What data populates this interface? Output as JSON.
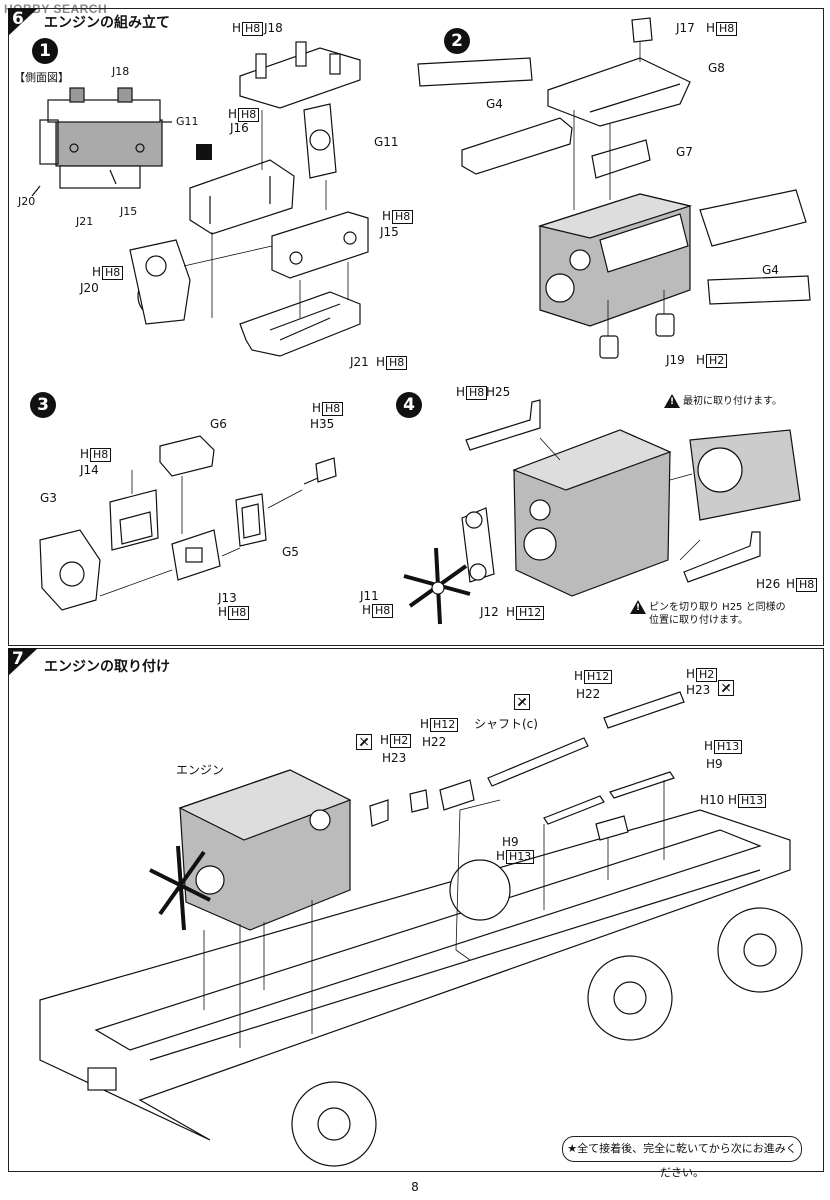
{
  "watermark": "HOBBY SEARCH",
  "step6": {
    "number": "6",
    "title": "エンジンの組み立て",
    "sub1": {
      "num": "1",
      "side_view_label": "【側面図】",
      "side_labels": {
        "j18": "J18",
        "g11": "G11",
        "j20": "J20",
        "j15": "J15",
        "j21": "J21"
      },
      "labels": {
        "h8_j18": "H8",
        "j18": "J18",
        "h8_j16": "H8",
        "j16": "J16",
        "g11": "G11",
        "h8_j15": "H8",
        "j15": "J15",
        "h8_j20": "H8",
        "j20": "J20",
        "j21": "J21",
        "h8_j21": "H8"
      }
    },
    "sub2": {
      "num": "2",
      "labels": {
        "j17": "J17",
        "h8": "H8",
        "g8": "G8",
        "g4_top": "G4",
        "g7": "G7",
        "g4_right": "G4",
        "j19": "J19",
        "h2": "H2"
      }
    },
    "sub3": {
      "num": "3",
      "labels": {
        "g6": "G6",
        "h8_top": "H8",
        "h35": "H35",
        "h8_j14": "H8",
        "j14": "J14",
        "g3": "G3",
        "g5": "G5",
        "j13": "J13",
        "h8_j13": "H8"
      }
    },
    "sub4": {
      "num": "4",
      "labels": {
        "h8": "H8",
        "h25": "H25",
        "h26": "H26",
        "h8_h26": "H8",
        "j11": "J11",
        "h8_j11": "H8",
        "j12": "J12",
        "h12": "H12"
      },
      "warning1": "最初に取り付けます。",
      "warning2_line1": "ピンを切り取り H25 と同様の",
      "warning2_line2": "位置に取り付けます。"
    }
  },
  "step7": {
    "number": "7",
    "title": "エンジンの取り付け",
    "labels": {
      "engine": "エンジン",
      "h12_a": "H12",
      "h22_a": "H22",
      "h2_a": "H2",
      "h23_a": "H23",
      "h12_b": "H12",
      "h22_b": "H22",
      "h2_b": "H2",
      "h23_b": "H23",
      "shaft": "シャフト(c)",
      "h13_a": "H13",
      "h9_a": "H9",
      "h10": "H10",
      "h13_b": "H13",
      "h9_b": "H9",
      "h13_c": "H13"
    },
    "final_note": "★全て接着後、完全に乾いてから次にお進みください。"
  },
  "page_number": "8"
}
